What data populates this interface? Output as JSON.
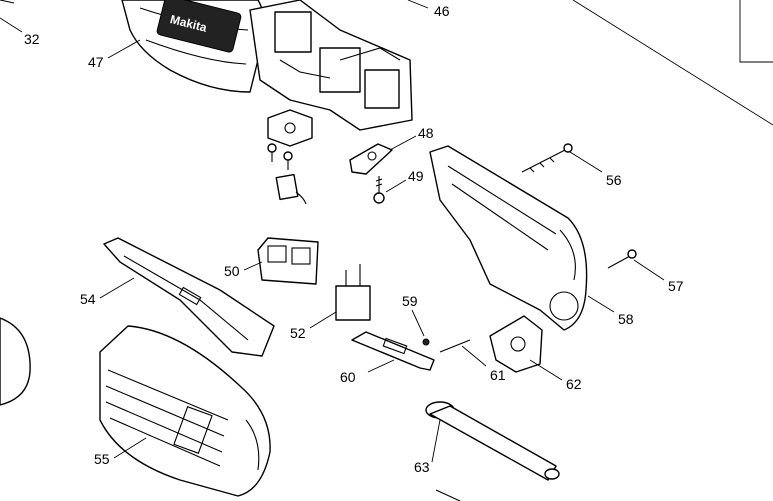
{
  "callouts": {
    "c32": "32",
    "c46": "46",
    "c47": "47",
    "c48": "48",
    "c49": "49",
    "c50": "50",
    "c52": "52",
    "c54": "54",
    "c55": "55",
    "c56": "56",
    "c57": "57",
    "c58": "58",
    "c59": "59",
    "c60": "60",
    "c61": "61",
    "c62": "62",
    "c63": "63"
  },
  "motor_label": "Makita"
}
